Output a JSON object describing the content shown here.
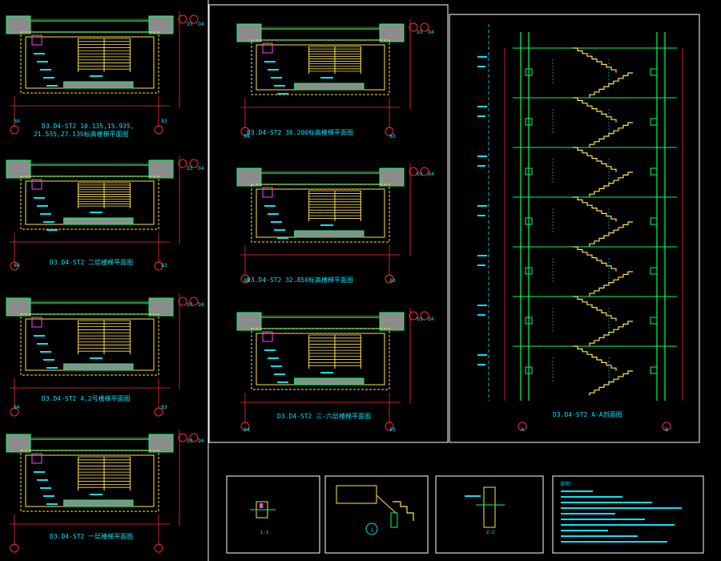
{
  "colors": {
    "background": "#000000",
    "frame": "#ffffff",
    "wall": "#ffe54a",
    "stair": "#ffe54a",
    "dim": "#ff2a2a",
    "text": "#00e5ff",
    "slab": "#00ff66",
    "column": "#8c8c8c",
    "accent": "#ff44ff"
  },
  "plan_titles": [
    "D3.D4-ST2 10.135,15.935,",
    "21.535,27.135标高楼梯平面图",
    "D3.D4-ST2 二层楼梯平面图",
    "D3.D4-ST2 4.2号楼梯平面图",
    "D3.D4-ST2 一层楼梯平面图",
    "D3.D4-ST2 36.200标高楼梯平面图",
    "D3.D4-ST2 32.850标高楼梯平面图",
    "D3.D4-ST2 三-六层楼梯平面图"
  ],
  "section_title": "D3.D4-ST2 A-A剖面图",
  "axis_labels": {
    "d3": "D3",
    "d4": "D4",
    "b4": "B4",
    "b3": "B3",
    "a": "A",
    "b": "B"
  },
  "detail_labels": {
    "d1": "1-1",
    "d3": "2-2",
    "callout": "1",
    "notes_title": "说明："
  }
}
